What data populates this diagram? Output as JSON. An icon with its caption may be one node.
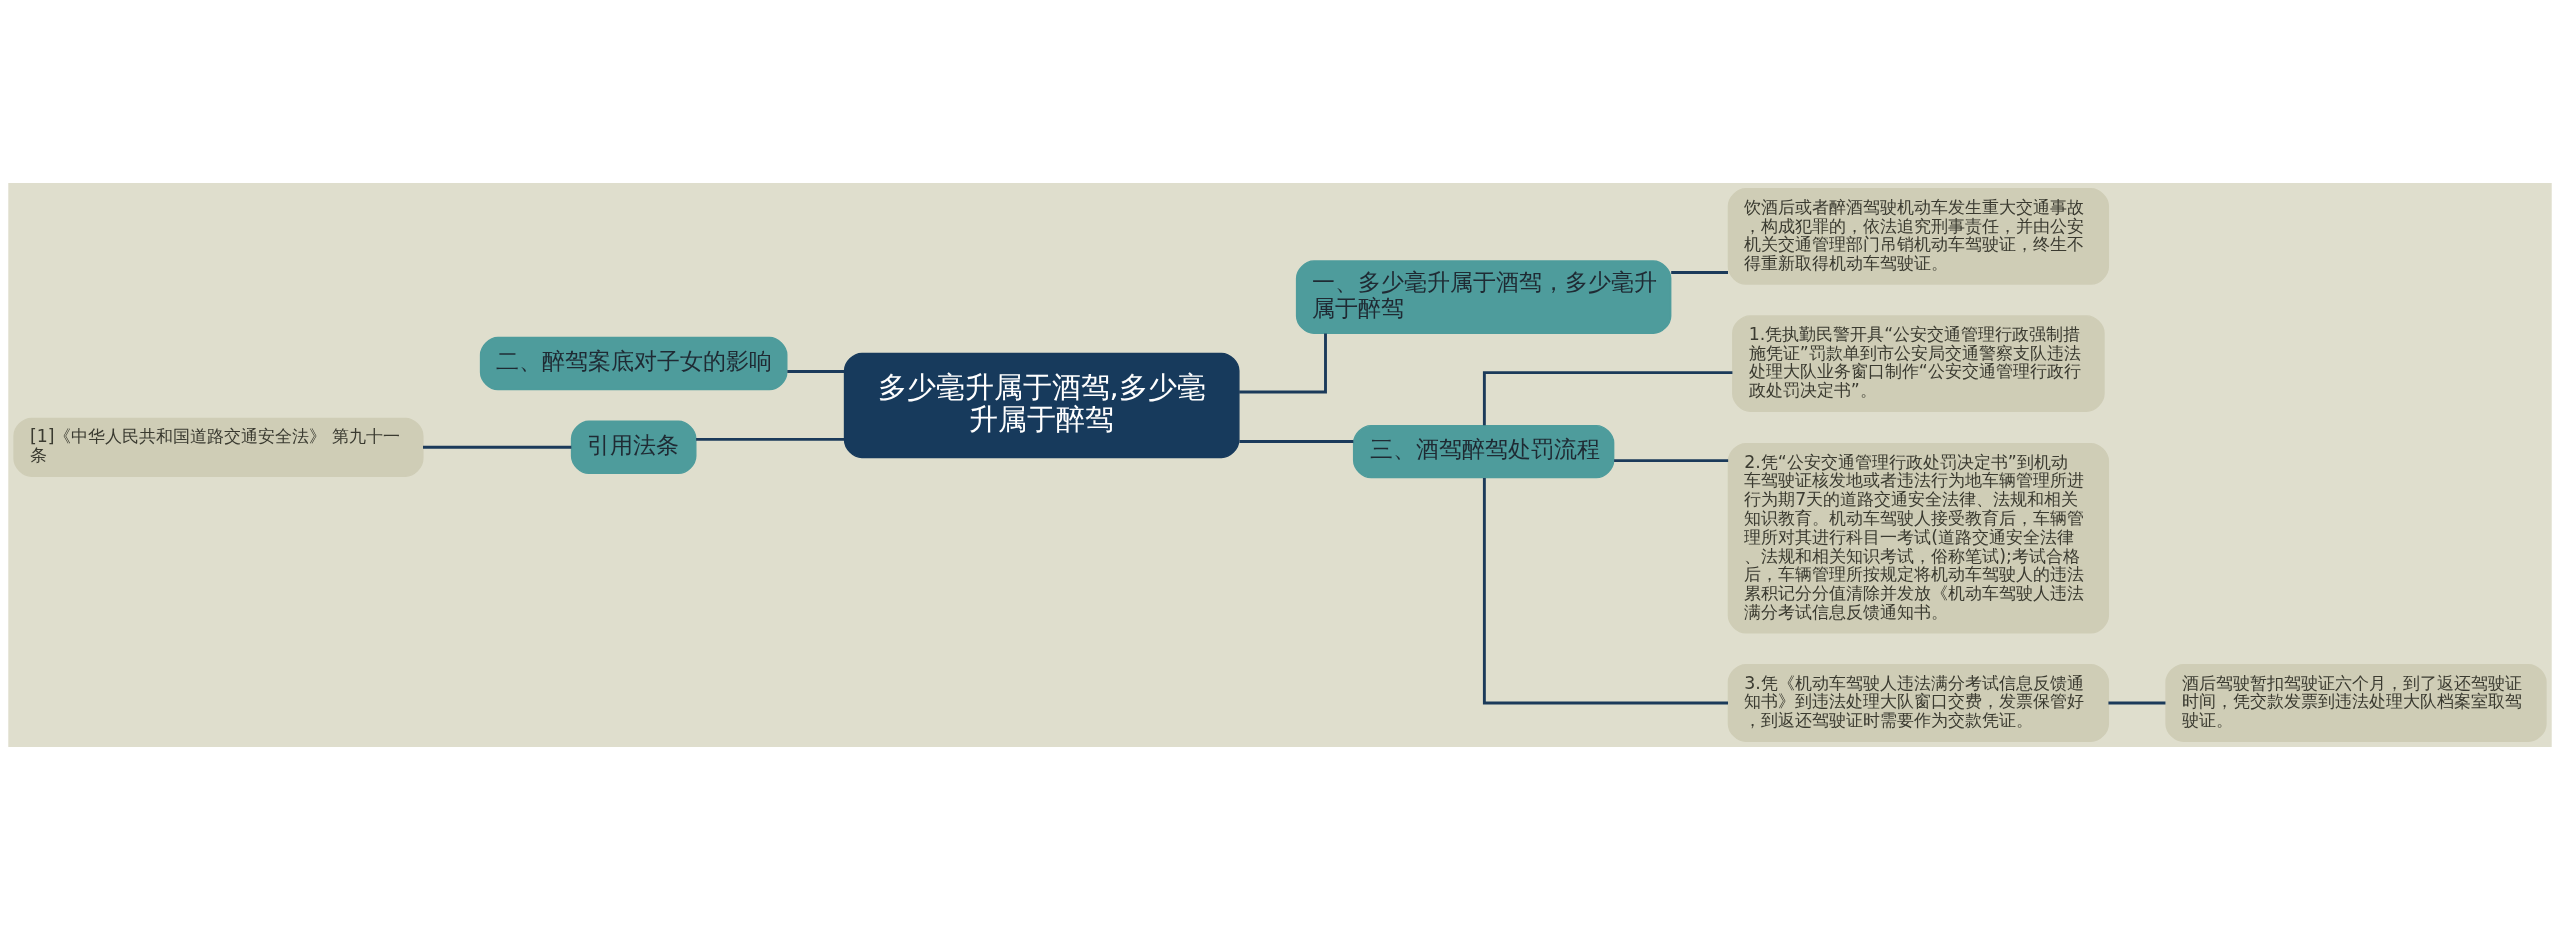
{
  "diagram": {
    "nodes": [
      {
        "text": [
          "多少毫升属于酒驾,多少毫升属于醉驾"
        ]
      },
      {
        "text": [
          "一、多少毫升属于酒驾，多少毫升属于醉驾"
        ]
      },
      {
        "text": [
          "饮酒后或者醉酒驾驶机动车发生重大交通事故，构成犯罪的，依法追究刑事责任，并由公安机关交通管理部门吊销机动车驾驶证，终生不得重新取得机动车驾驶证。"
        ]
      },
      {
        "text": [
          "二、醉驾案底对子女的影响"
        ]
      },
      {
        "text": [
          "引用法条"
        ]
      },
      {
        "text": [
          "[1]《中华人民共和国道路交通安全法》 第九十一条"
        ]
      },
      {
        "text": [
          "三、酒驾醉驾处罚流程"
        ]
      },
      {
        "text": [
          "1.凭执勤民警开具“公安交通管理行政强制措施凭证”罚款单到市公安局交通警察支队违法处理大队业务窗口制作“公安交通管理行政行政处罚决定书”。"
        ]
      },
      {
        "text": [
          "2.凭“公安交通管理行政处罚决定书”到机动车驾驶证核发地或者违法行为地车辆管理所进行为期7天的道路交通安全法律、法规和相关知识教育。机动车驾驶人接受教育后，车辆管理所对其进行科目一考试(道路交通安全法律、法规和相关知识考试，俗称笔试);考试合格后，车辆管理所按规定将机动车驾驶人的违法累积记分分值清除并发放《机动车驾驶人违法满分考试信息反馈通知书。"
        ]
      },
      {
        "text": [
          "3.凭《机动车驾驶人违法满分考试信息反馈通知书》到违法处理大队窗口交费，发票保管好，到返还驾驶证时需要作为交款凭证。"
        ]
      },
      {
        "text": [
          "酒后驾驶暂扣驾驶证六个月，到了返还驾驶证时间，凭交款发票到违法处理大队档案室取驾驶证。"
        ]
      }
    ],
    "edges": [
      {
        "from": 0,
        "to": 1,
        "arrow": "none"
      },
      {
        "from": 1,
        "to": 2,
        "arrow": "none"
      },
      {
        "from": 0,
        "to": 3,
        "arrow": "none"
      },
      {
        "from": 0,
        "to": 4,
        "arrow": "none"
      },
      {
        "from": 4,
        "to": 5,
        "arrow": "none"
      },
      {
        "from": 0,
        "to": 6,
        "arrow": "none"
      },
      {
        "from": 6,
        "to": 7,
        "arrow": "none"
      },
      {
        "from": 6,
        "to": 8,
        "arrow": "none"
      },
      {
        "from": 6,
        "to": 9,
        "arrow": "none"
      },
      {
        "from": 9,
        "to": 10,
        "arrow": "none"
      }
    ]
  }
}
